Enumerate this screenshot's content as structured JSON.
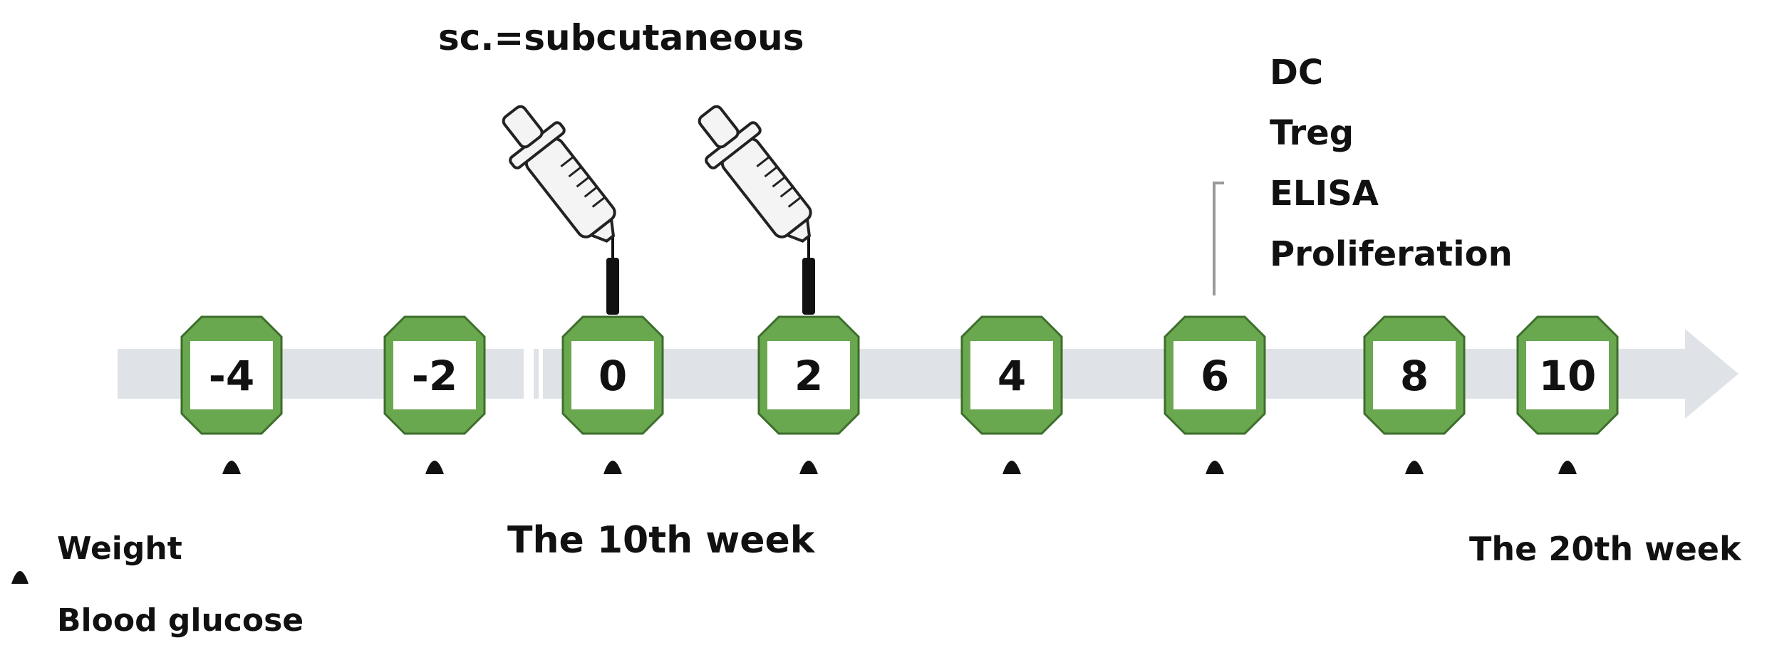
{
  "title": "sc.=subcutaneous",
  "timepoints": [
    {
      "label": "-4",
      "injection": false
    },
    {
      "label": "-2",
      "injection": false
    },
    {
      "label": "0",
      "injection": true
    },
    {
      "label": "2",
      "injection": true
    },
    {
      "label": "4",
      "injection": false
    },
    {
      "label": "6",
      "injection": false
    },
    {
      "label": "8",
      "injection": false
    },
    {
      "label": "10",
      "injection": false
    }
  ],
  "week6_analyses": [
    "DC",
    "Treg",
    "ELISA",
    "Proliferation"
  ],
  "start_label": "The 10th week",
  "end_label": "The 20th week",
  "legend": {
    "line1": "Weight",
    "line2": "Blood glucose"
  },
  "colors": {
    "node_green": "#6aa84f",
    "bar": "#dfe3e8",
    "ink": "#111111"
  }
}
